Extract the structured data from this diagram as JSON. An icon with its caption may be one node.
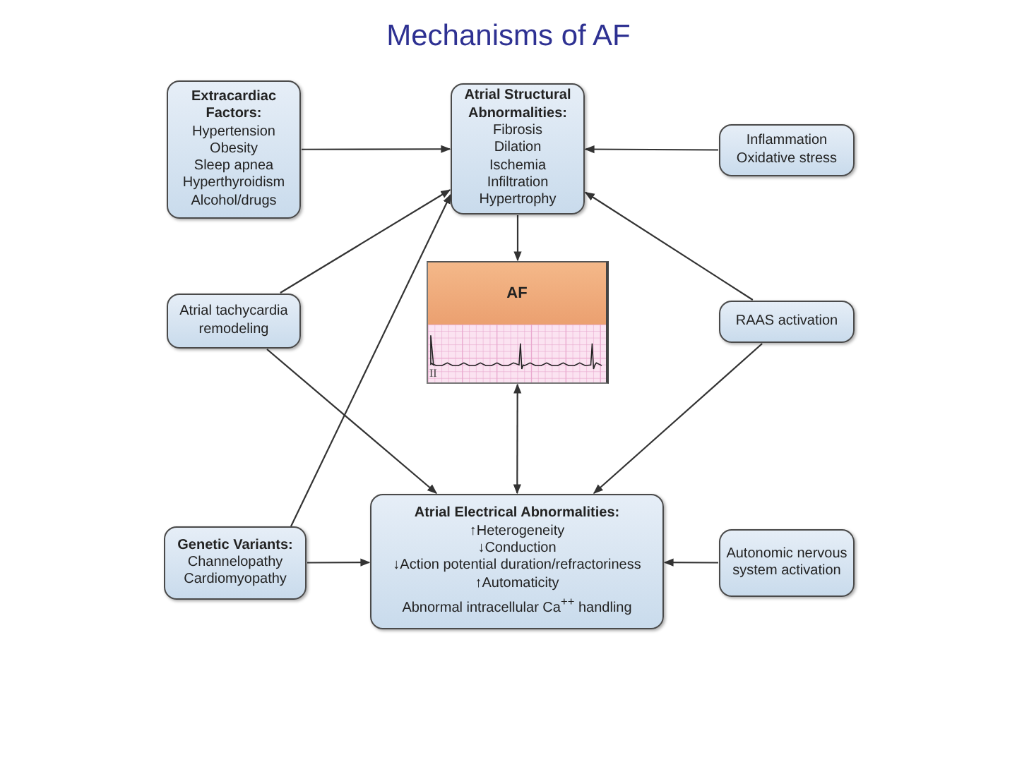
{
  "diagram": {
    "title": "Mechanisms of AF",
    "nodes": [
      {
        "text": [
          "Extracardiac Factors:",
          "Hypertension",
          "Obesity",
          "Sleep apnea",
          "Hyperthyroidism",
          "Alcohol/drugs"
        ]
      },
      {
        "text": [
          "Atrial Structural Abnormalities:",
          "Fibrosis",
          "Dilation",
          "Ischemia",
          "Infiltration",
          "Hypertrophy"
        ]
      },
      {
        "text": [
          "Inflammation Oxidative stress"
        ]
      },
      {
        "text": [
          "AF"
        ]
      },
      {
        "text": [
          "Atrial tachycardia remodeling"
        ]
      },
      {
        "text": [
          "RAAS activation"
        ]
      },
      {
        "text": [
          "Genetic Variants:",
          "Channelopathy",
          "Cardiomyopathy"
        ]
      },
      {
        "text": [
          "Atrial Electrical Abnormalities:",
          "↑Heterogeneity",
          "↓Conduction",
          "↓Action potential duration/refractoriness",
          "↑Automaticity",
          "Abnormal intracellular Ca$^{++}$ handling"
        ]
      },
      {
        "text": [
          "Autonomic nervous system activation"
        ]
      }
    ],
    "edges": [
      {
        "from": 0,
        "to": 1,
        "arrow": "to"
      },
      {
        "from": 2,
        "to": 1,
        "arrow": "to"
      },
      {
        "from": 1,
        "to": 3,
        "arrow": "to"
      },
      {
        "from": 3,
        "to": 7,
        "arrow": "both"
      },
      {
        "from": 4,
        "to": 1,
        "arrow": "to"
      },
      {
        "from": 4,
        "to": 7,
        "arrow": "to"
      },
      {
        "from": 6,
        "to": 1,
        "arrow": "to"
      },
      {
        "from": 6,
        "to": 7,
        "arrow": "to"
      },
      {
        "from": 5,
        "to": 1,
        "arrow": "to"
      },
      {
        "from": 5,
        "to": 7,
        "arrow": "to"
      },
      {
        "from": 8,
        "to": 7,
        "arrow": "to"
      }
    ],
    "labels": [
      "II"
    ]
  }
}
